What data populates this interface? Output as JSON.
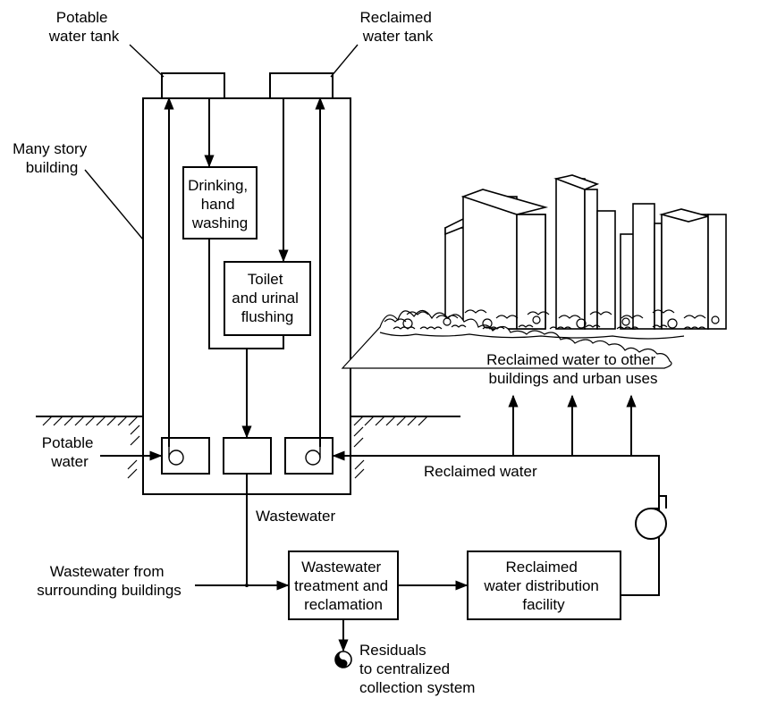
{
  "labels": {
    "potable_tank": [
      "Potable",
      "water tank"
    ],
    "reclaimed_tank": [
      "Reclaimed",
      "water tank"
    ],
    "building": [
      "Many story",
      "building"
    ],
    "drinking": [
      "Drinking,",
      "hand",
      "washing"
    ],
    "toilet": [
      "Toilet",
      "and urinal",
      "flushing"
    ],
    "potable_water": [
      "Potable",
      "water"
    ],
    "wastewater": "Wastewater",
    "reclaimed_water": "Reclaimed water",
    "other_uses": [
      "Reclaimed water to other",
      "buildings and urban uses"
    ],
    "surrounding": [
      "Wastewater from",
      "surrounding buildings"
    ],
    "treatment": [
      "Wastewater",
      "treatment and",
      "reclamation"
    ],
    "distribution": [
      "Reclaimed",
      "water distribution",
      "facility"
    ],
    "residuals": [
      "Residuals",
      "to centralized",
      "collection system"
    ]
  }
}
